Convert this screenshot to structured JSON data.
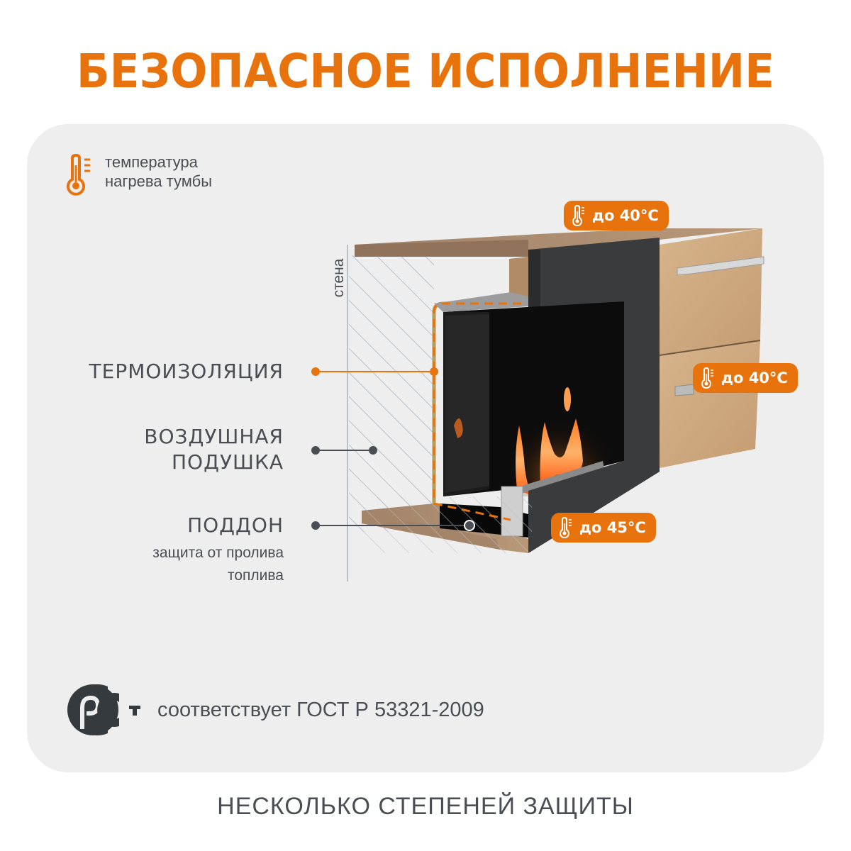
{
  "header": {
    "title": "БЕЗОПАСНОЕ ИСПОЛНЕНИЕ"
  },
  "legend": {
    "icon": "thermometer-icon",
    "line1": "температура",
    "line2": "нагрева тумбы"
  },
  "wall": {
    "label": "стена"
  },
  "callouts": [
    {
      "id": "thermal-insulation",
      "label": "ТЕРМОИЗОЛЯЦИЯ",
      "marker_color": "#e8720c"
    },
    {
      "id": "air-cushion",
      "label_line1": "ВОЗДУШНАЯ",
      "label_line2": "ПОДУШКА",
      "marker_color": "#4a4e54"
    },
    {
      "id": "tray",
      "label": "ПОДДОН",
      "sub_line1": "защита от пролива",
      "sub_line2": "топлива",
      "marker_color": "#4a4e54"
    }
  ],
  "temperature_badges": [
    {
      "id": "top",
      "icon": "thermometer-icon",
      "text": "до 40°C"
    },
    {
      "id": "side-drawer",
      "icon": "thermometer-icon",
      "text": "до 40°C"
    },
    {
      "id": "bottom",
      "icon": "thermometer-icon",
      "text": "до 45°C"
    }
  ],
  "certification": {
    "logo": "rst-gost-logo",
    "text": "соответствует ГОСТ Р 53321-2009"
  },
  "footer": {
    "text": "НЕСКОЛЬКО СТЕПЕНЕЙ ЗАЩИТЫ"
  },
  "colors": {
    "accent": "#e8720c",
    "text": "#4a4e54",
    "panel": "#eeeeee",
    "steel": "#3a3b3d",
    "wood": "#c9a47a"
  }
}
